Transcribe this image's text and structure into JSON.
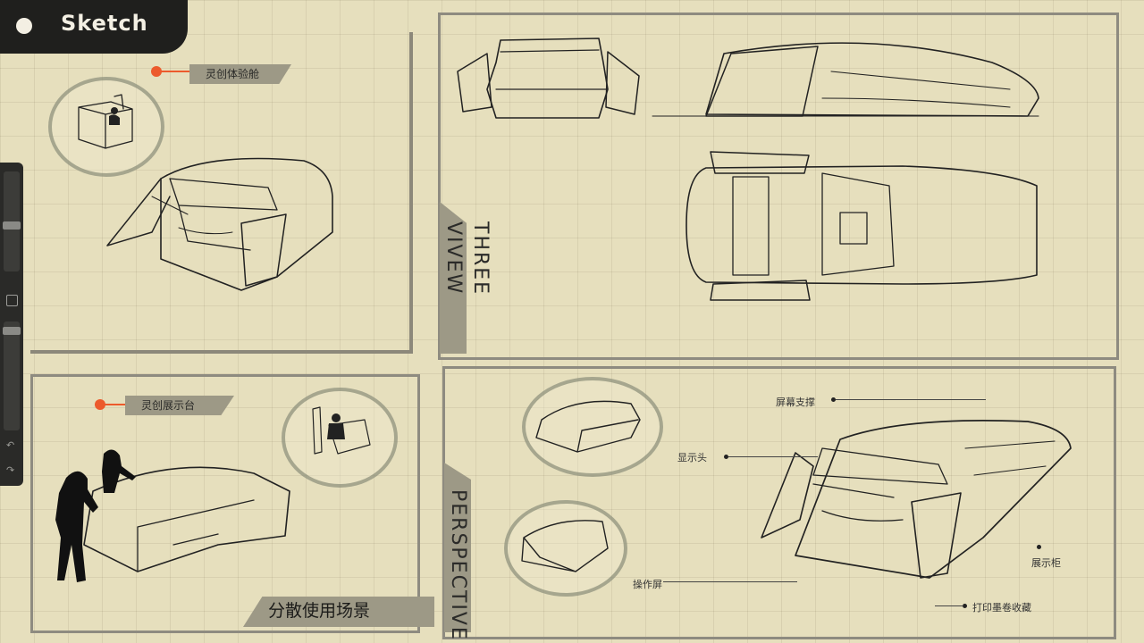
{
  "app": {
    "title": "Sketch"
  },
  "panels": {
    "product_detail": {
      "tag": "灵创体验舱"
    },
    "scene": {
      "tag": "灵创展示台",
      "caption": "分散使用场景"
    },
    "three_view": {
      "label": "THREE VIVEW"
    },
    "perspective": {
      "label": "PERSPECTIVE",
      "annotations": [
        "屏幕支撑",
        "显示头",
        "展示柜",
        "操作屏",
        "打印墨卷收藏"
      ]
    }
  },
  "toolbar": {
    "icons": [
      "brush-size-slider",
      "opacity-slider",
      "square-icon",
      "undo-icon",
      "redo-icon"
    ],
    "undo_glyph": "↶",
    "redo_glyph": "↷"
  },
  "colors": {
    "accent": "#ec5a2c",
    "paper": "#e6dfbd",
    "ink": "#222222",
    "badge": "#1f1f1d"
  }
}
